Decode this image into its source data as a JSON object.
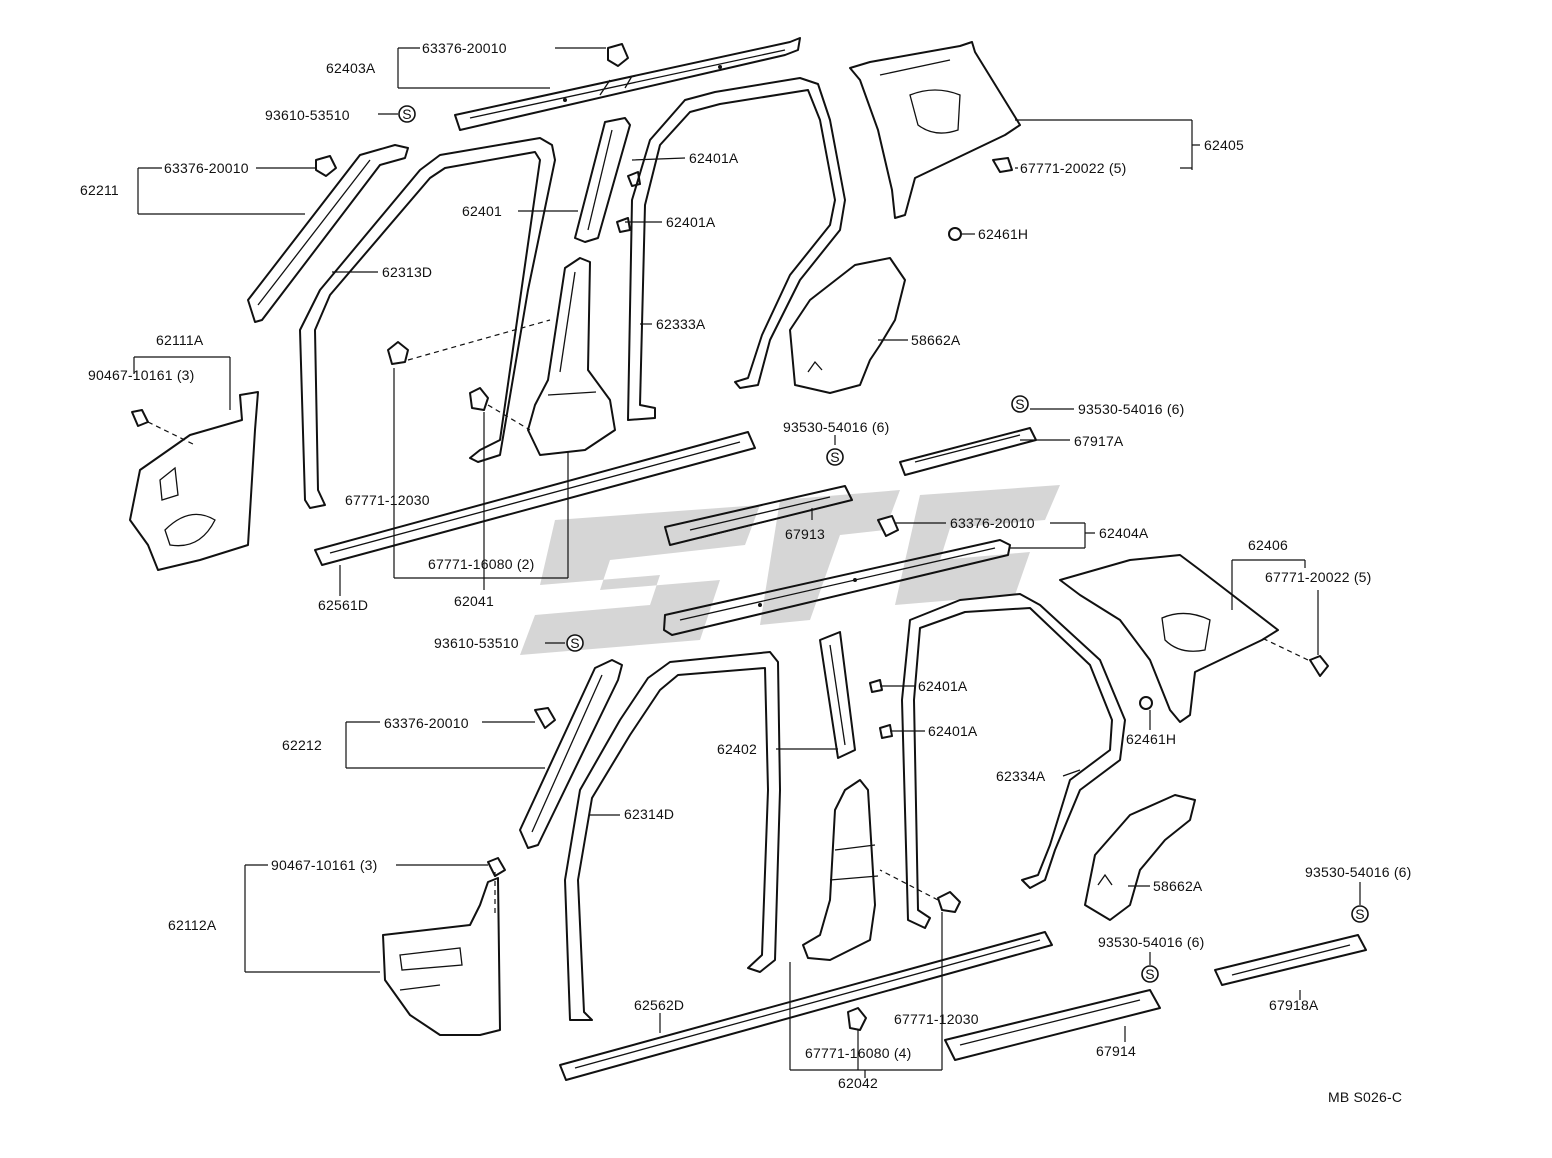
{
  "diagram": {
    "code": "MB S026-C",
    "labels": {
      "p62403A": "62403A",
      "c63376_top": "63376-20010",
      "s93610_a": "93610-53510",
      "p62211": "62211",
      "c63376_a": "63376-20010",
      "p62401": "62401",
      "p62401A_1": "62401A",
      "p62401A_2": "62401A",
      "p62405": "62405",
      "c67771_20022_a": "67771-20022 (5)",
      "p62461H_a": "62461H",
      "p62313D": "62313D",
      "p62333A": "62333A",
      "p58662A_a": "58662A",
      "p62111A": "62111A",
      "c90467_a": "90467-10161 (3)",
      "s93530_a": "93530-54016 (6)",
      "p67917A": "67917A",
      "s93530_b": "93530-54016 (6)",
      "c67771_12030_a": "67771-12030",
      "p67913": "67913",
      "c63376_b": "63376-20010",
      "p62404A": "62404A",
      "p62406": "62406",
      "c67771_20022_b": "67771-20022 (5)",
      "c67771_16080_a": "67771-16080 (2)",
      "p62561D": "62561D",
      "p62041": "62041",
      "s93610_b": "93610-53510",
      "c63376_c": "63376-20010",
      "p62212": "62212",
      "p62401A_3": "62401A",
      "p62401A_4": "62401A",
      "p62461H_b": "62461H",
      "p62402": "62402",
      "p62334A": "62334A",
      "p62314D": "62314D",
      "c90467_b": "90467-10161 (3)",
      "p62112A": "62112A",
      "p58662A_b": "58662A",
      "s93530_c": "93530-54016 (6)",
      "s93530_d": "93530-54016 (6)",
      "p62562D": "62562D",
      "c67771_12030_b": "67771-12030",
      "p67918A": "67918A",
      "c67771_16080_b": "67771-16080 (4)",
      "p67914": "67914",
      "p62042": "62042",
      "s_symbol": "S"
    }
  }
}
